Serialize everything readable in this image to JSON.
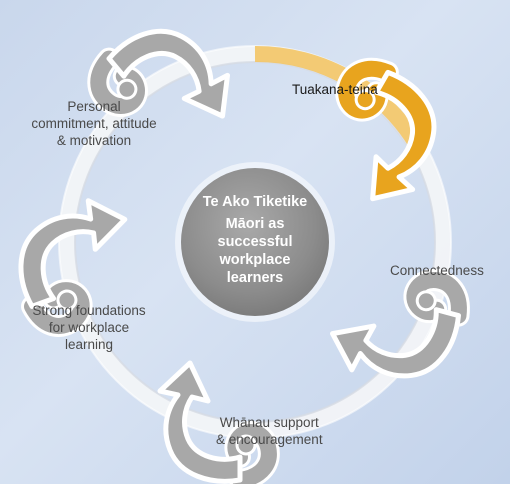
{
  "center": {
    "title": "Te Ako Tiketike",
    "subtitle": "Māori as\nsuccessful\nworkplace\nlearners"
  },
  "segments": [
    {
      "label": "Tuakana-teina",
      "highlighted": true
    },
    {
      "label": "Connectedness",
      "highlighted": false
    },
    {
      "label": "Whānau support\n& encouragement",
      "highlighted": false
    },
    {
      "label": "Strong foundations\nfor workplace\nlearning",
      "highlighted": false
    },
    {
      "label": "Personal\ncommitment, attitude\n& motivation",
      "highlighted": false
    }
  ],
  "colors": {
    "background": "#cdd9ee",
    "highlight": "#e8a41e",
    "koru_grey": "#a8a8a8",
    "center_disc": "#8d8d8d",
    "label_text": "#4a4a4a"
  },
  "icons": [
    "koru-arrow-icon"
  ]
}
